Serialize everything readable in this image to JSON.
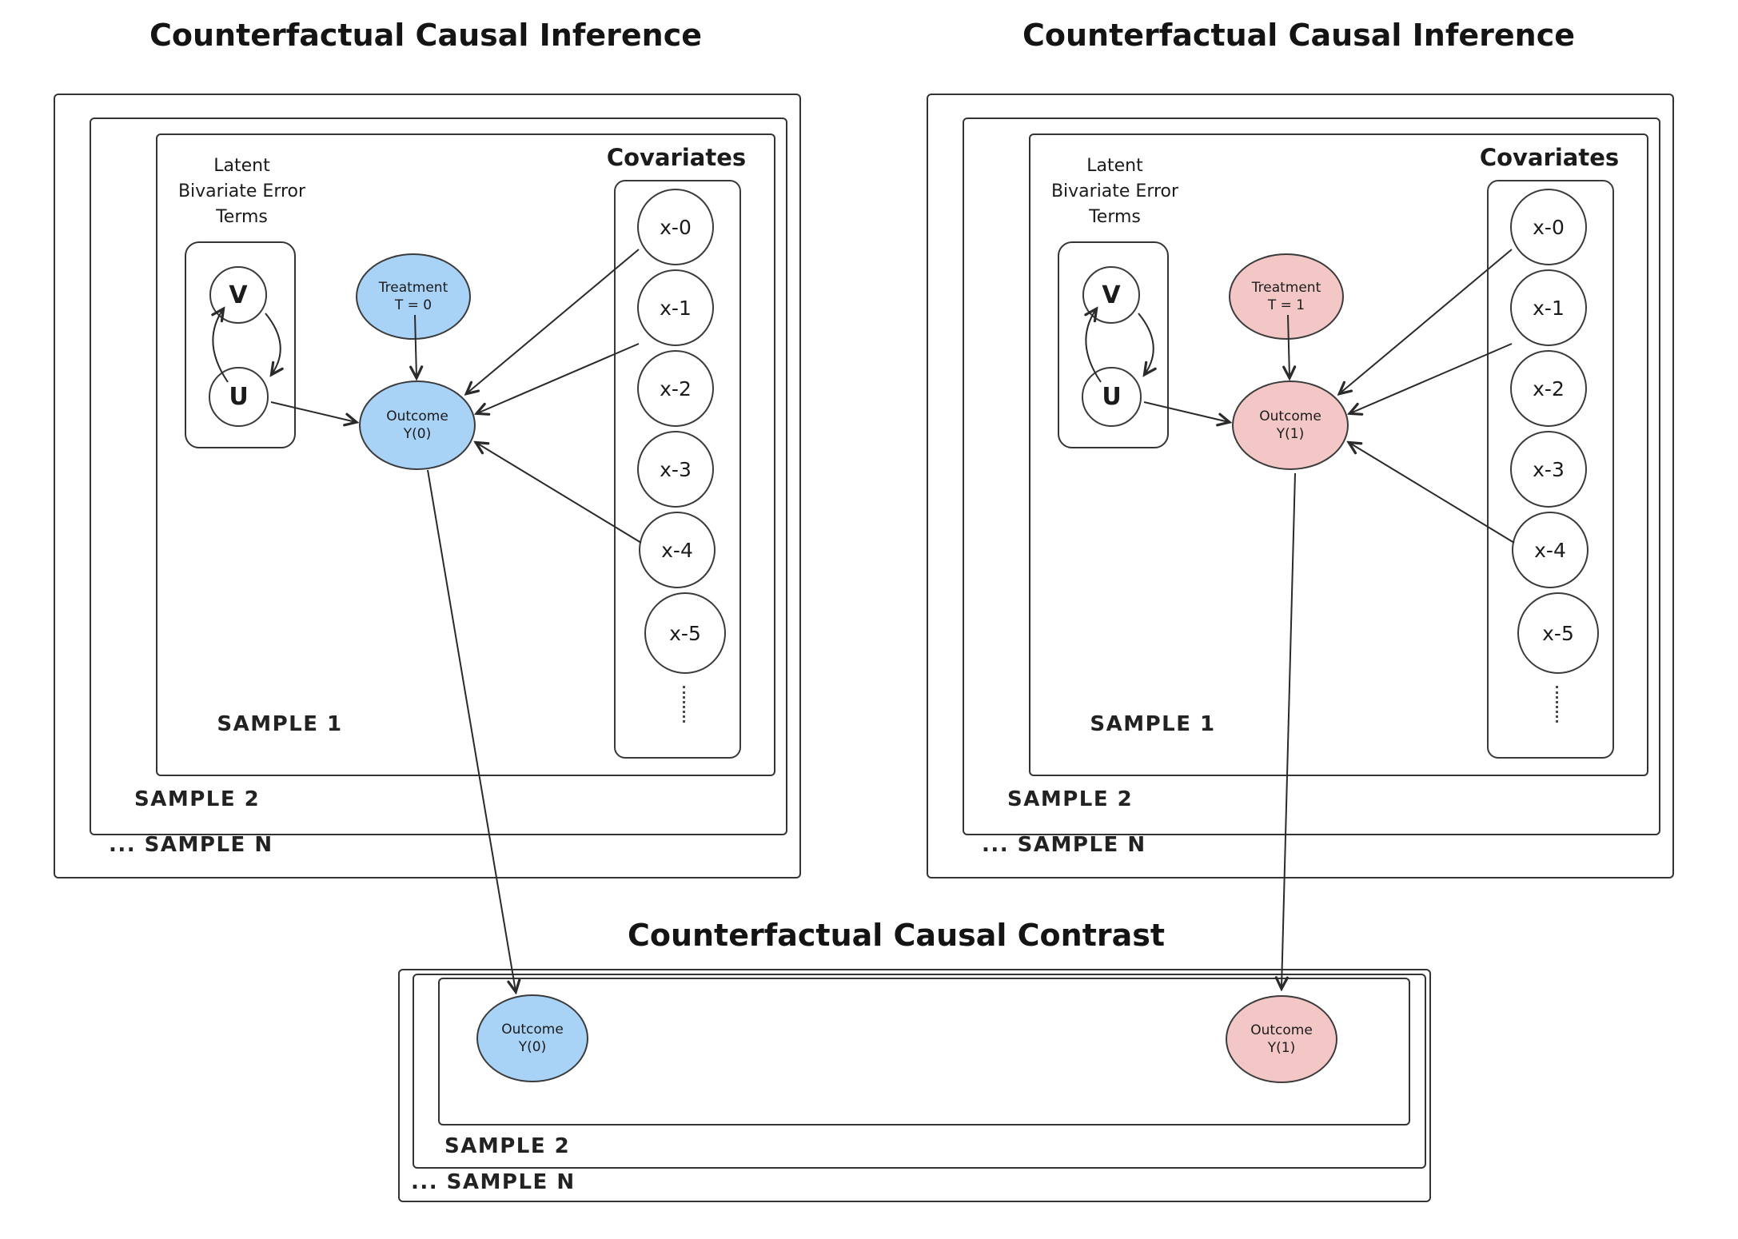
{
  "colors": {
    "blue": "#a8d3f6",
    "pink": "#f4c7c7",
    "stroke": "#2a2a2a"
  },
  "left": {
    "title": "Counterfactual Causal Inference",
    "latent_label": "Latent\nBivariate Error\nTerms",
    "v": "V",
    "u": "U",
    "treatment_line1": "Treatment",
    "treatment_line2": "T = 0",
    "outcome_line1": "Outcome",
    "outcome_line2": "Y(0)",
    "covariates_title": "Covariates",
    "covariates": [
      "x-0",
      "x-1",
      "x-2",
      "x-3",
      "x-4",
      "x-5"
    ],
    "sample1": "SAMPLE 1",
    "sample2": "SAMPLE 2",
    "sampleN": "... SAMPLE N"
  },
  "right": {
    "title": "Counterfactual Causal Inference",
    "latent_label": "Latent\nBivariate Error\nTerms",
    "v": "V",
    "u": "U",
    "treatment_line1": "Treatment",
    "treatment_line2": "T = 1",
    "outcome_line1": "Outcome",
    "outcome_line2": "Y(1)",
    "covariates_title": "Covariates",
    "covariates": [
      "x-0",
      "x-1",
      "x-2",
      "x-3",
      "x-4",
      "x-5"
    ],
    "sample1": "SAMPLE 1",
    "sample2": "SAMPLE 2",
    "sampleN": "... SAMPLE N"
  },
  "contrast": {
    "title": "Counterfactual Causal Contrast",
    "outcome0_line1": "Outcome",
    "outcome0_line2": "Y(0)",
    "outcome1_line1": "Outcome",
    "outcome1_line2": "Y(1)",
    "sample2": "SAMPLE 2",
    "sampleN": "... SAMPLE N"
  }
}
